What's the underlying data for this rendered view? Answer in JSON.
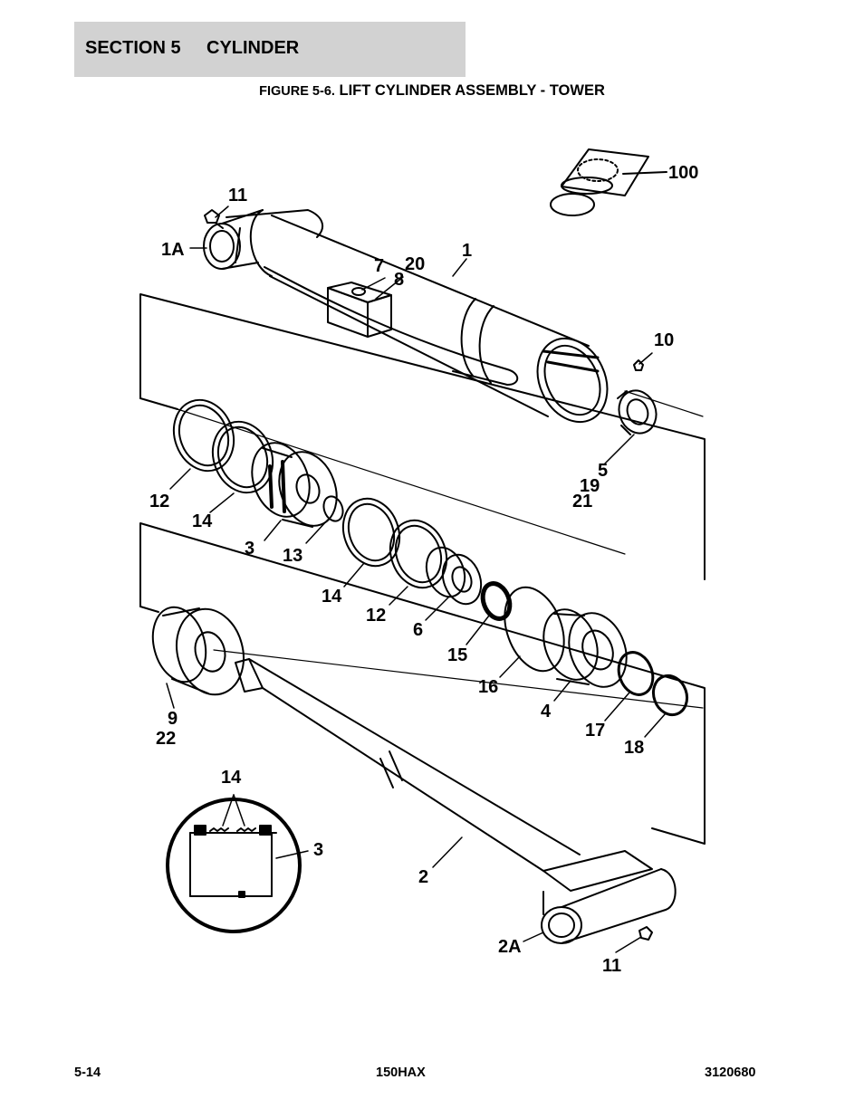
{
  "header": {
    "section": "SECTION 5",
    "title": "CYLINDER"
  },
  "figure": {
    "number": "FIGURE 5-6.",
    "title": "LIFT CYLINDER ASSEMBLY - TOWER"
  },
  "callouts": {
    "c100": "100",
    "c11_top": "11",
    "c1A": "1A",
    "c1": "1",
    "c7": "7",
    "c20": "20",
    "c8": "8",
    "c10": "10",
    "c5": "5",
    "c19": "19",
    "c21": "21",
    "c12_a": "12",
    "c14_a": "14",
    "c3_a": "3",
    "c13": "13",
    "c14_b": "14",
    "c12_b": "12",
    "c6": "6",
    "c15": "15",
    "c16": "16",
    "c4": "4",
    "c17": "17",
    "c18": "18",
    "c9": "9",
    "c22": "22",
    "c14_detail": "14",
    "c3_detail": "3",
    "c2": "2",
    "c2A": "2A",
    "c11_bottom": "11"
  },
  "footer": {
    "page": "5-14",
    "model": "150HAX",
    "doc_number": "3120680"
  }
}
